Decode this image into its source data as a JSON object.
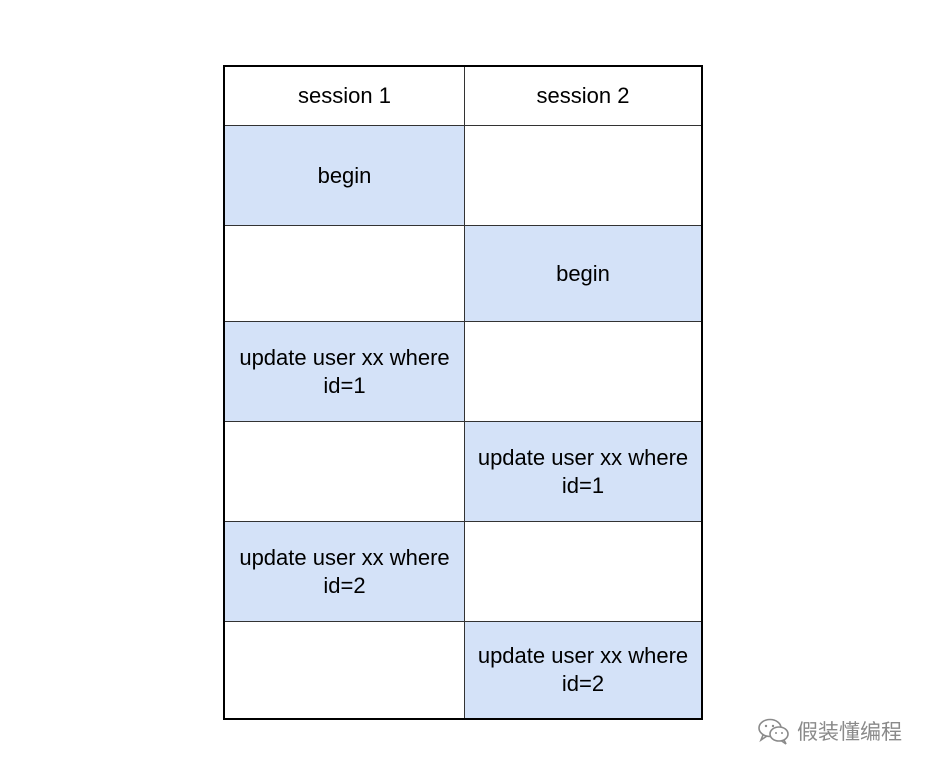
{
  "table": {
    "headers": [
      "session 1",
      "session 2"
    ],
    "rows": [
      {
        "session1": "begin",
        "session2": ""
      },
      {
        "session1": "",
        "session2": "begin"
      },
      {
        "session1": "update user xx where id=1",
        "session2": ""
      },
      {
        "session1": "",
        "session2": "update user xx where id=1"
      },
      {
        "session1": "update user xx where id=2",
        "session2": ""
      },
      {
        "session1": "",
        "session2": "update user xx where id=2"
      }
    ]
  },
  "colors": {
    "filled_cell": "#d4e2f8",
    "border": "#000000",
    "watermark": "#8a8a8a"
  },
  "watermark": {
    "icon": "wechat-icon",
    "text": "假装懂编程"
  }
}
